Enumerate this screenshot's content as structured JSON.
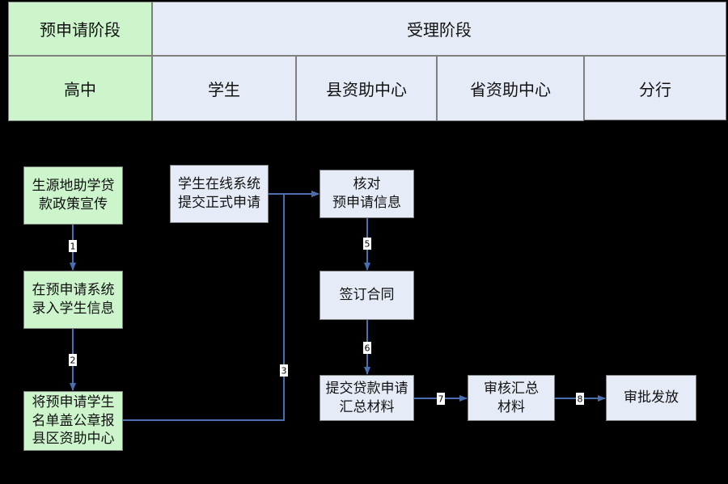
{
  "header": {
    "pre_stage": "预申请阶段",
    "accept_stage": "受理阶段",
    "columns": {
      "high_school": "高中",
      "student": "学生",
      "county_center": "县资助中心",
      "province_center": "省资助中心",
      "branch": "分行"
    }
  },
  "nodes": {
    "promote_policy": "生源地助学贷\n款政策宣传",
    "enter_info": "在预申请系统\n录入学生信息",
    "report_list": "将预申请学生\n名单盖公章报\n县区资助中心",
    "online_apply": "学生在线系统\n提交正式申请",
    "verify_info": "核对\n预申请信息",
    "sign_contract": "签订合同",
    "submit_materials": "提交贷款申请\n汇总材料",
    "review_materials": "审核汇总\n材料",
    "approve_release": "审批发放"
  },
  "steps": {
    "s1": "1",
    "s2": "2",
    "s3": "3",
    "s5": "5",
    "s6": "6",
    "s7": "7",
    "s8": "8"
  },
  "colors": {
    "green_fill": "#ccf5cc",
    "blue_fill": "#e6ecf7",
    "arrow": "#4a6fb0",
    "background": "#000000"
  }
}
